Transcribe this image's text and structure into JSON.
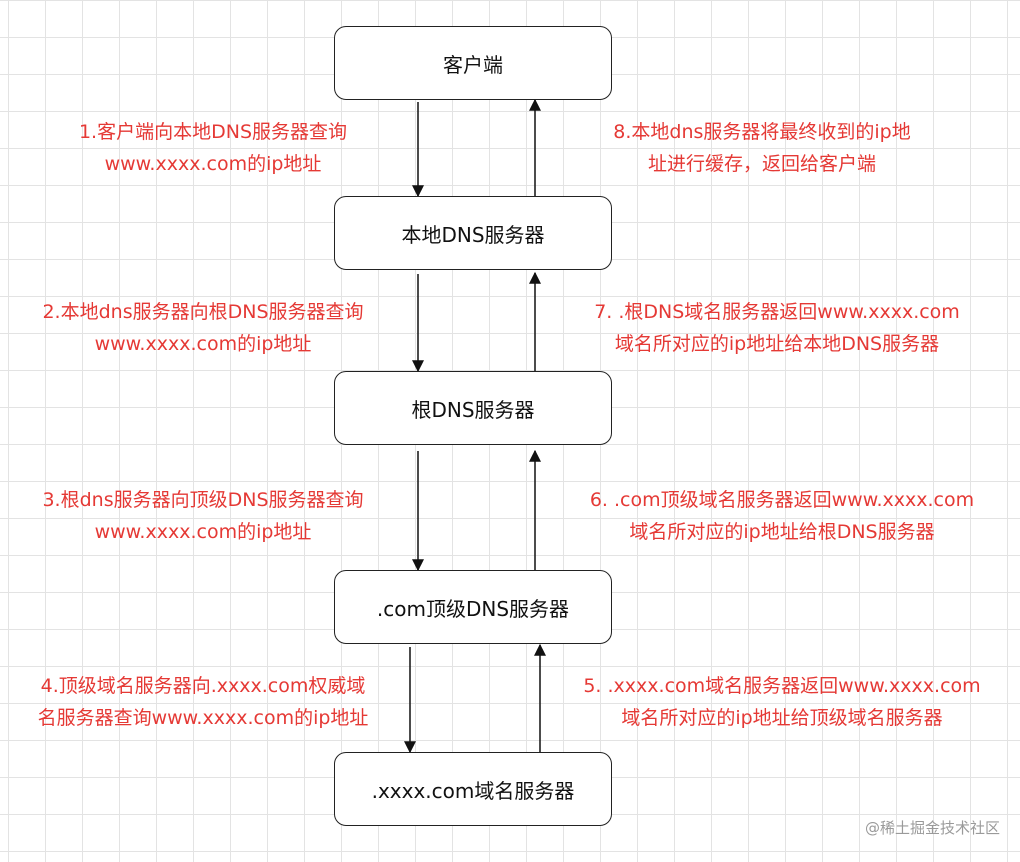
{
  "nodes": {
    "client": "客户端",
    "local_dns": "本地DNS服务器",
    "root_dns": "根DNS服务器",
    "tld_dns": ".com顶级DNS服务器",
    "authoritative": ".xxxx.com域名服务器"
  },
  "steps": {
    "s1": [
      "1.客户端向本地DNS服务器查询",
      "www.xxxx.com的ip地址"
    ],
    "s2": [
      "2.本地dns服务器向根DNS服务器查询",
      "www.xxxx.com的ip地址"
    ],
    "s3": [
      "3.根dns服务器向顶级DNS服务器查询",
      "www.xxxx.com的ip地址"
    ],
    "s4": [
      "4.顶级域名服务器向.xxxx.com权威域",
      "名服务器查询www.xxxx.com的ip地址"
    ],
    "s5": [
      "5. .xxxx.com域名服务器返回www.xxxx.com",
      "域名所对应的ip地址给顶级域名服务器"
    ],
    "s6": [
      "6. .com顶级域名服务器返回www.xxxx.com",
      "域名所对应的ip地址给根DNS服务器"
    ],
    "s7": [
      "7. .根DNS域名服务器返回www.xxxx.com",
      "域名所对应的ip地址给本地DNS服务器"
    ],
    "s8": [
      "8.本地dns服务器将最终收到的ip地",
      "址进行缓存，返回给客户端"
    ]
  },
  "watermark": "@稀土掘金技术社区",
  "colors": {
    "annotation": "#e53935",
    "border": "#222222",
    "grid": "#e3e3e3"
  }
}
